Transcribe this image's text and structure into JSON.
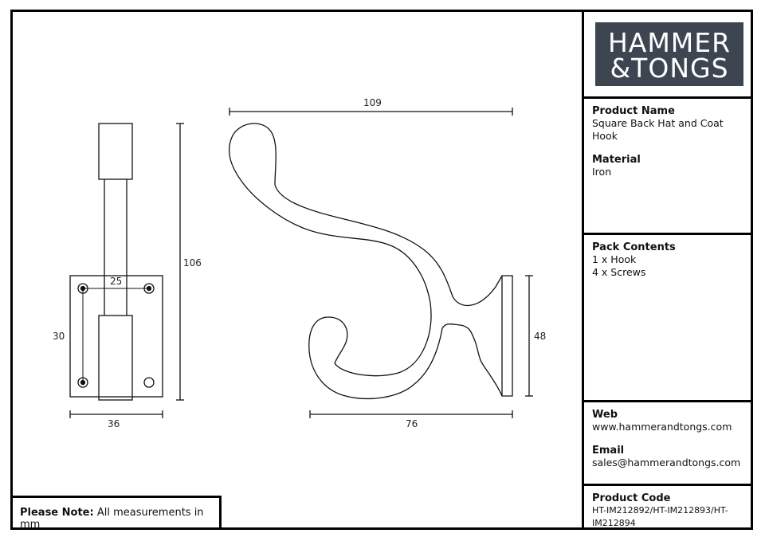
{
  "brand": {
    "logo_line1": "HAMMER",
    "logo_line2": "&TONGS"
  },
  "product": {
    "name_label": "Product Name",
    "name_value": "Square Back Hat and Coat Hook",
    "material_label": "Material",
    "material_value": "Iron",
    "pack_label": "Pack Contents",
    "pack_line1": "1 x Hook",
    "pack_line2": "4 x Screws",
    "web_label": "Web",
    "web_value": "www.hammerandtongs.com",
    "email_label": "Email",
    "email_value": "sales@hammerandtongs.com",
    "code_label": "Product Code",
    "code_value": "HT-IM212892/HT-IM212893/HT-IM212894"
  },
  "note": {
    "label": "Please Note:",
    "text": "All measurements in mm"
  },
  "dimensions": {
    "front_height": "106",
    "front_width": "36",
    "plate_height": "30",
    "screw_spacing": "25",
    "side_depth": "109",
    "side_base": "76",
    "side_plate_height": "48"
  }
}
